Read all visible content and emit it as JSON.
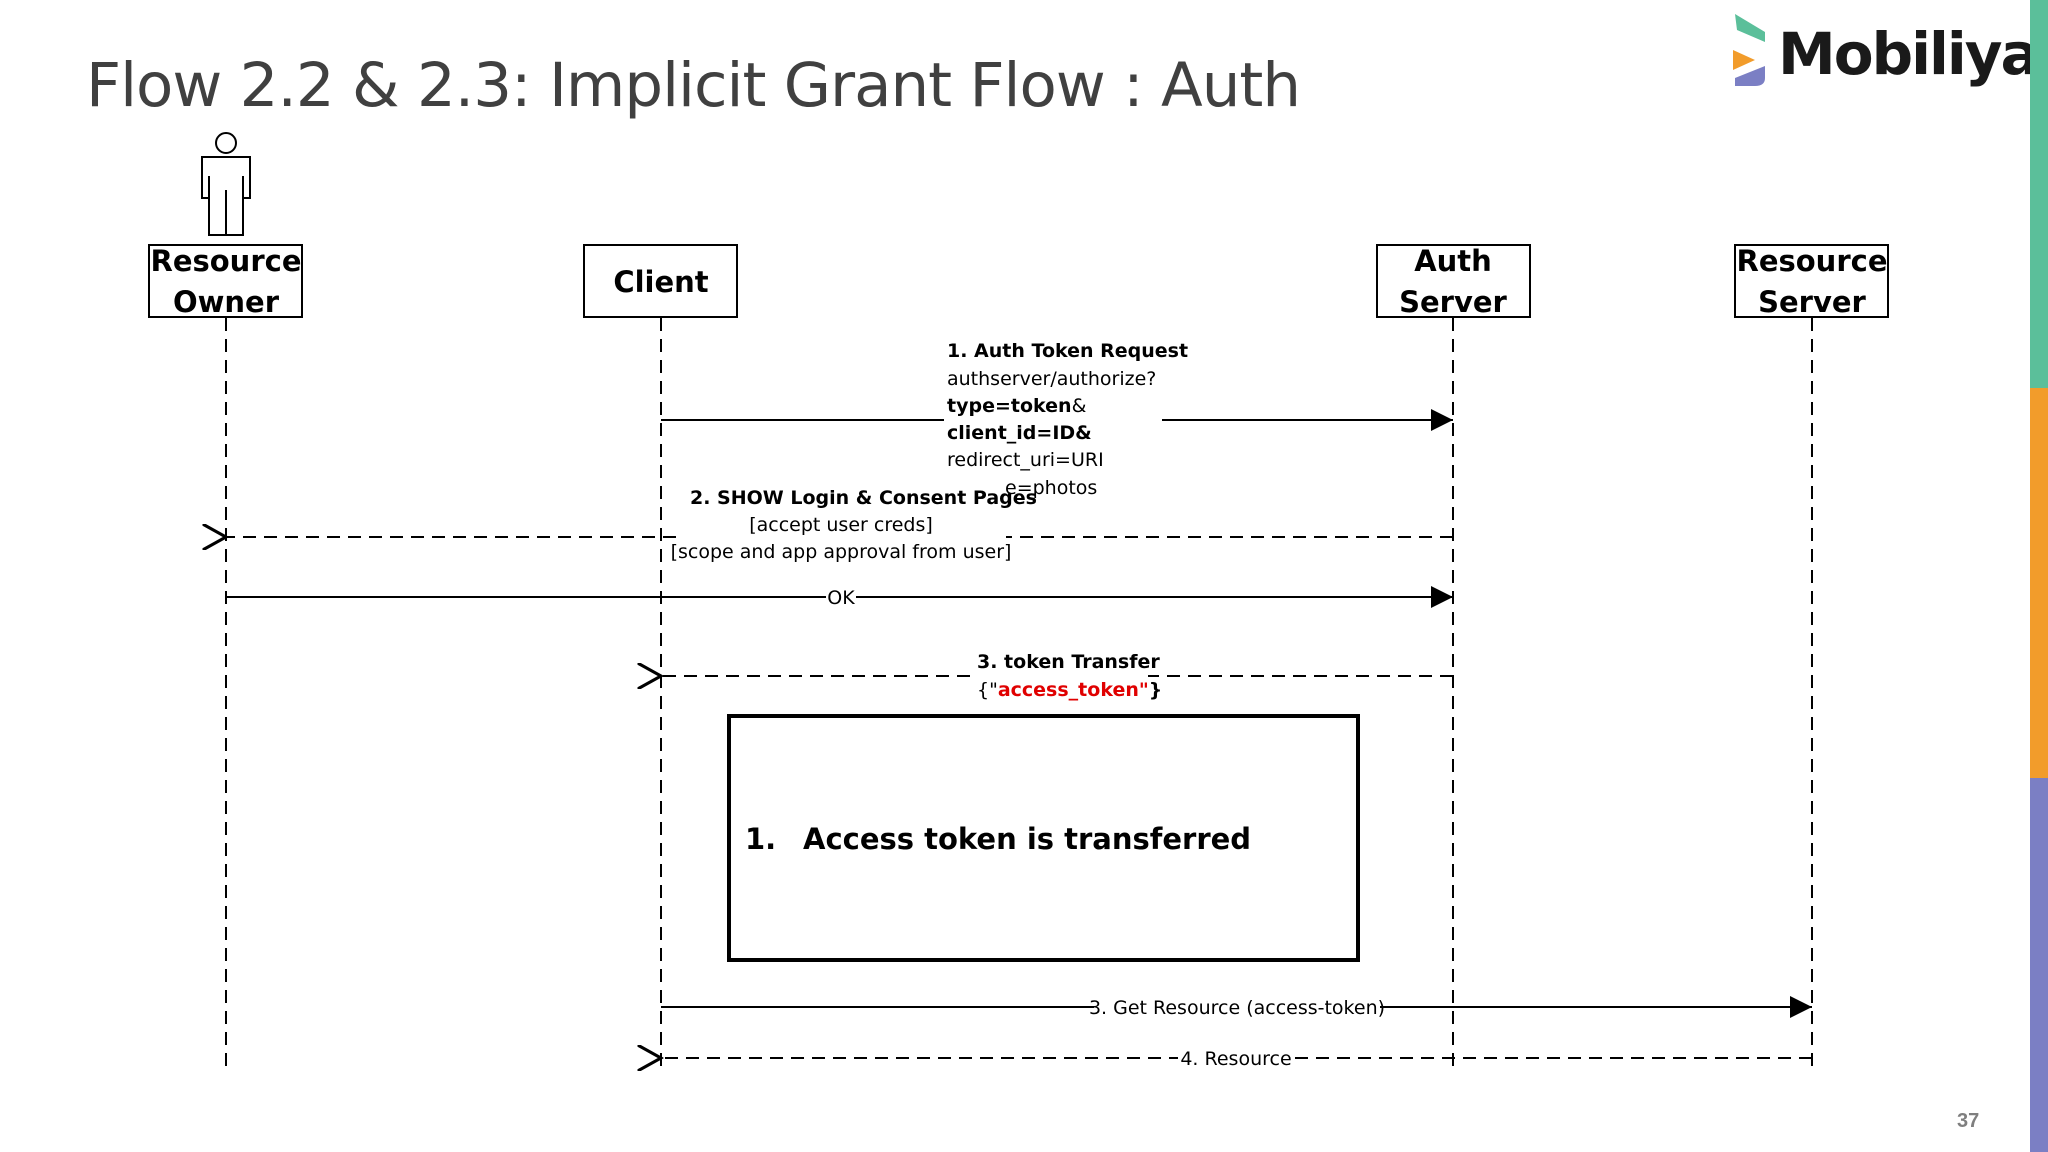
{
  "slide": {
    "title": "Flow 2.2 & 2.3: Implicit Grant Flow : Auth",
    "logo_text": "Mobiliya",
    "page_number": "37",
    "accent_colors": [
      "#5bbf9a",
      "#f29c2b",
      "#7b7fc4"
    ]
  },
  "lifelines": {
    "resource_owner": [
      "Resource",
      "Owner"
    ],
    "client": "Client",
    "auth_server": [
      "Auth",
      "Server"
    ],
    "resource_server": [
      "Resource",
      "Server"
    ]
  },
  "messages": {
    "m1": {
      "title": "1. Auth Token Request",
      "line2": "authserver/authorize?",
      "line3_bold": "type=token",
      "line3_rest": "&",
      "line4": "client_id=ID&",
      "line5": "redirect_uri=URI",
      "line6": "e=photos"
    },
    "m2": {
      "title": "2. SHOW Login & Consent Pages",
      "line2": "[accept user creds]",
      "line3": "[scope and app approval from user]"
    },
    "ok": "OK",
    "m3": {
      "title": "3. token Transfer",
      "open": "{\"",
      "token": "access_token\"",
      "close": "}"
    },
    "m4": "3. Get Resource (access-token)",
    "m5": "4. Resource"
  },
  "note": {
    "number": "1.",
    "text": "Access token is transferred"
  }
}
